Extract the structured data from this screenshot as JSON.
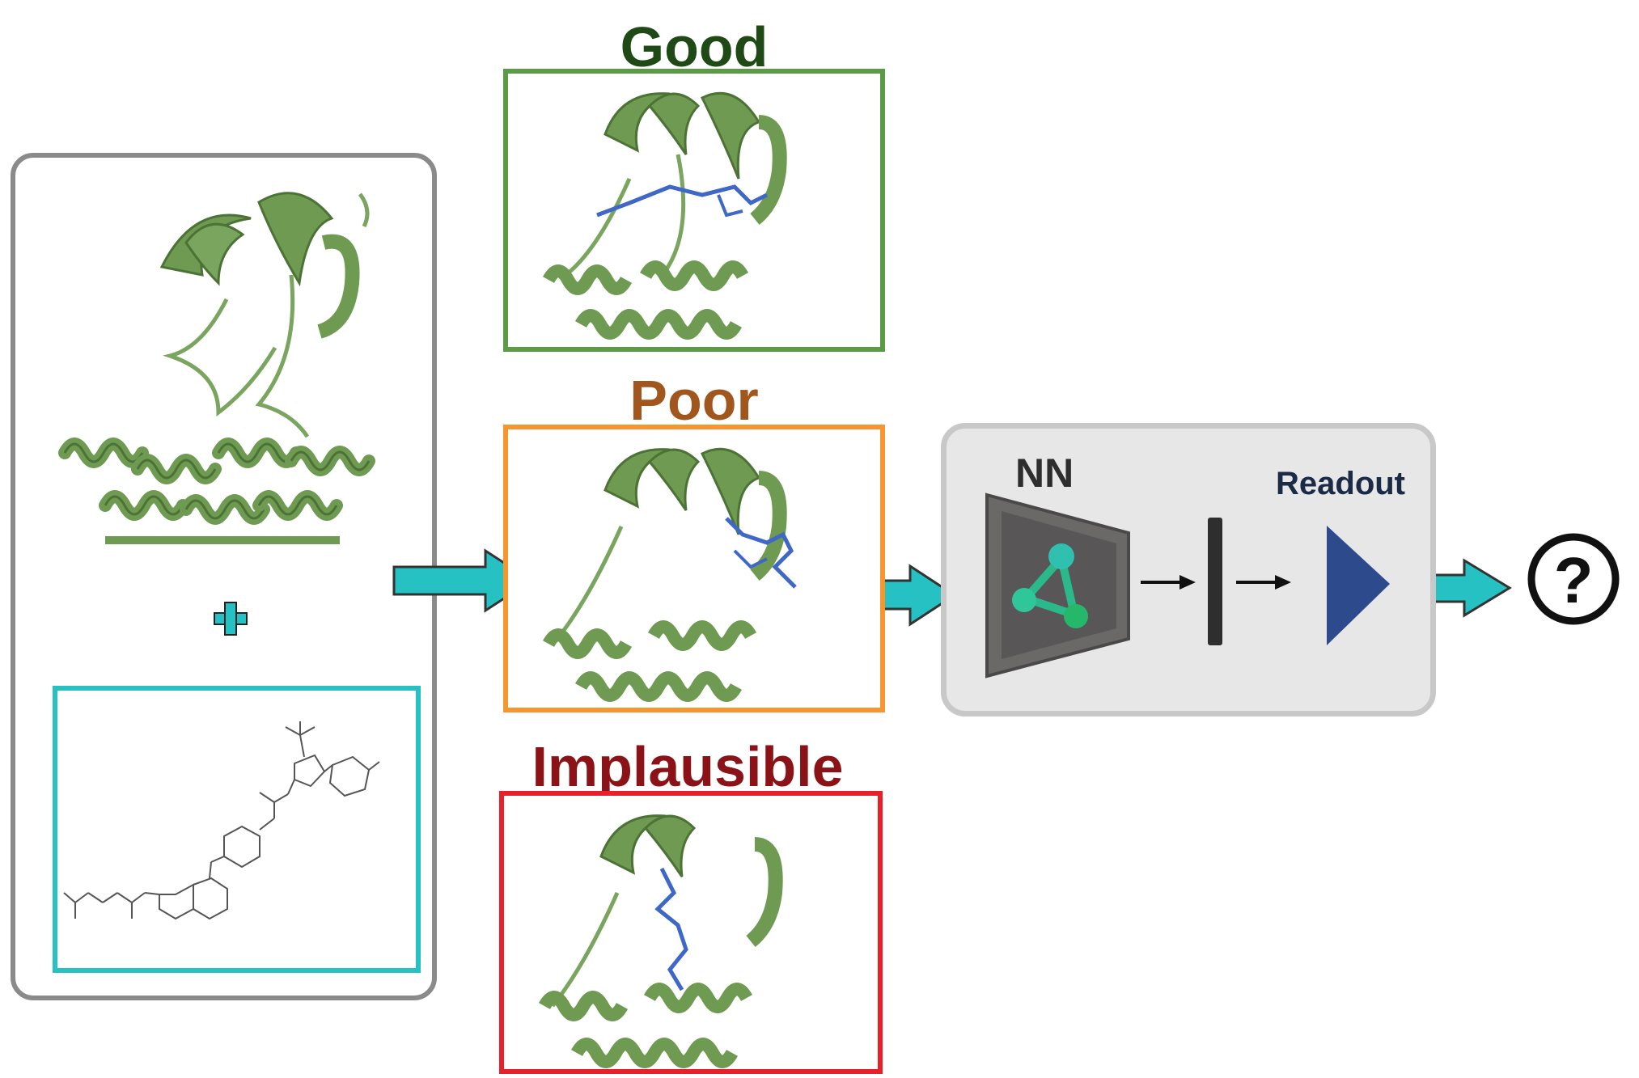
{
  "labels": {
    "good": "Good",
    "poor": "Poor",
    "implausible": "Implausible",
    "nn": "NN",
    "readout": "Readout"
  },
  "symbols": {
    "plus": "+",
    "question": "?"
  },
  "colors": {
    "protein": "#6f9a52",
    "ligand_frame": "#27c1c3",
    "arrow": "#25c1c3",
    "good": "#5c9b45",
    "poor": "#f5962f",
    "implausible": "#e8202a",
    "readout_triangle": "#2c4a8c",
    "ligand_stick": "#3e67c8"
  },
  "icons": [
    "protein-structure-icon",
    "ligand-2d-structure-icon",
    "neural-network-icon",
    "readout-triangle-icon",
    "question-mark-icon"
  ]
}
